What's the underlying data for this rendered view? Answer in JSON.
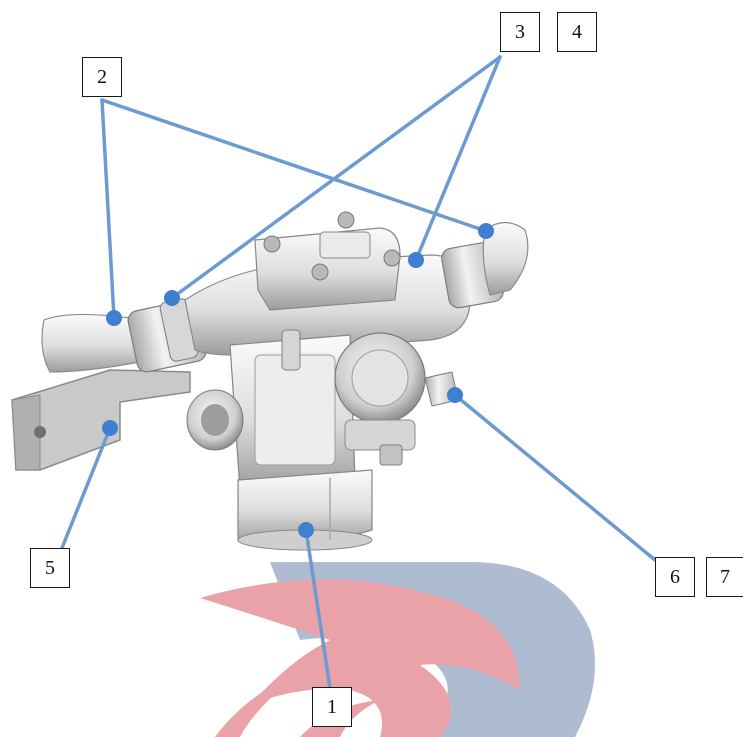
{
  "callouts": {
    "c1": "1",
    "c2": "2",
    "c3": "3",
    "c4": "4",
    "c5": "5",
    "c6": "6",
    "c7": "7"
  },
  "colors": {
    "leader_line": "#6b9bd1",
    "marker_dot": "#3f7fd0",
    "logo_blue": "#a9b8cf",
    "logo_red": "#e9a3a8",
    "valve_body": "#e6e6e6",
    "valve_shadow": "#9a9a9a"
  },
  "icons": {
    "product": "air-dryer-valve-assembly",
    "watermark": "eagle-logo-watermark"
  }
}
